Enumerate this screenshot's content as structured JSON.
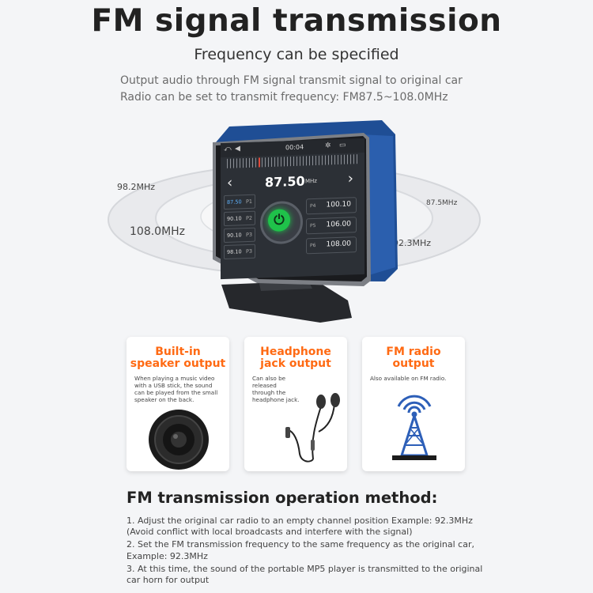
{
  "header": {
    "title": "FM signal transmission",
    "subtitle": "Frequency can be specified",
    "description": "Output audio through FM signal transmit signal to original car Radio can be set to transmit frequency: FM87.5~108.0MHz"
  },
  "hero": {
    "left_freq_top": "98.2MHz",
    "left_freq_main": "108.0MHz",
    "right_freq_top": "87.5MHz",
    "right_freq_bottom": "92.3MHz",
    "screen": {
      "time": "00:04",
      "frequency": "87.50",
      "unit": "MHz",
      "left_list": [
        {
          "freq": "87.50",
          "tag": "P1"
        },
        {
          "freq": "90.10",
          "tag": "P2"
        },
        {
          "freq": "90.10",
          "tag": "P3"
        },
        {
          "freq": "98.10",
          "tag": "P3"
        }
      ],
      "presets": [
        {
          "label": "P4",
          "freq": "100.10"
        },
        {
          "label": "P5",
          "freq": "106.00"
        },
        {
          "label": "P6",
          "freq": "108.00"
        }
      ]
    }
  },
  "cards": [
    {
      "title": "Built-in speaker output",
      "desc": "When playing a music video with a USB stick, the sound can be played from the small speaker on the back.",
      "icon": "speaker-icon"
    },
    {
      "title": "Headphone jack output",
      "desc": "Can also be released through the headphone jack.",
      "icon": "earphone-icon"
    },
    {
      "title": "FM radio output",
      "desc": "Also available on FM radio.",
      "icon": "radio-tower-icon"
    }
  ],
  "method": {
    "title": "FM transmission operation method:",
    "steps": [
      "1. Adjust the original car radio to an empty channel position Example: 92.3MHz (Avoid conflict with local broadcasts and interfere with the signal)",
      "2. Set the FM transmission frequency to the same frequency as the original car, Example: 92.3MHz",
      "3. At this time, the sound of the portable MP5 player is transmitted to the original car horn for output"
    ]
  },
  "colors": {
    "accent": "#ff6a13",
    "frame_blue": "#1f4e95",
    "power_green": "#1fc24a"
  }
}
